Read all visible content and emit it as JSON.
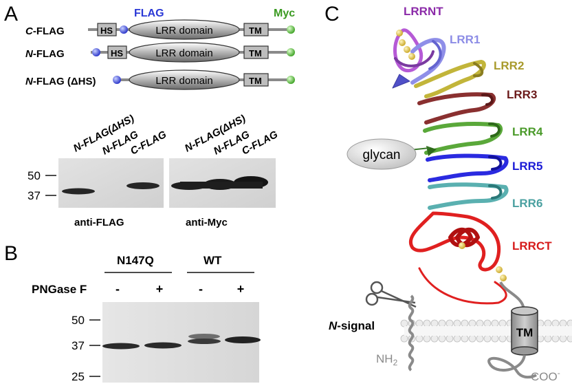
{
  "panel_a": {
    "letter": "A",
    "tag_flag": "FLAG",
    "tag_myc": "Myc",
    "constructs": [
      {
        "label_italic": "C",
        "label_rest": "-FLAG",
        "hs": "HS",
        "domain": "LRR domain",
        "tm": "TM"
      },
      {
        "label_italic": "N",
        "label_rest": "-FLAG",
        "hs": "HS",
        "domain": "LRR domain",
        "tm": "TM"
      },
      {
        "label_italic": "N",
        "label_rest": "-FLAG (ΔHS)",
        "domain": "LRR domain",
        "tm": "TM"
      }
    ],
    "lanes": [
      "N-FLAG(ΔHS)",
      "N-FLAG",
      "C-FLAG"
    ],
    "mw_50": "50",
    "mw_37": "37",
    "blot_left_label": "anti-FLAG",
    "blot_right_label": "anti-Myc"
  },
  "panel_b": {
    "letter": "B",
    "group_1": "N147Q",
    "group_2": "WT",
    "treatment_label": "PNGase F",
    "signs": [
      "-",
      "+",
      "-",
      "+"
    ],
    "mw_50": "50",
    "mw_37": "37",
    "mw_25": "25"
  },
  "panel_c": {
    "letter": "C",
    "segments": [
      {
        "label": "LRRNT",
        "color": "#8b2aa8"
      },
      {
        "label": "LRR1",
        "color": "#8c8ce6"
      },
      {
        "label": "LRR2",
        "color": "#a89a2c"
      },
      {
        "label": "LRR3",
        "color": "#6b1a1a"
      },
      {
        "label": "LRR4",
        "color": "#4a9a2a"
      },
      {
        "label": "LRR5",
        "color": "#1a1ad6"
      },
      {
        "label": "LRR6",
        "color": "#4aa0a0"
      },
      {
        "label": "LRRCT",
        "color": "#d61a1a"
      }
    ],
    "glycan": "glycan",
    "signal_italic": "N",
    "signal_rest": "-signal",
    "tm": "TM",
    "nh2": "NH",
    "nh2_sub": "2",
    "coo": "COO",
    "coo_sup": "-"
  }
}
